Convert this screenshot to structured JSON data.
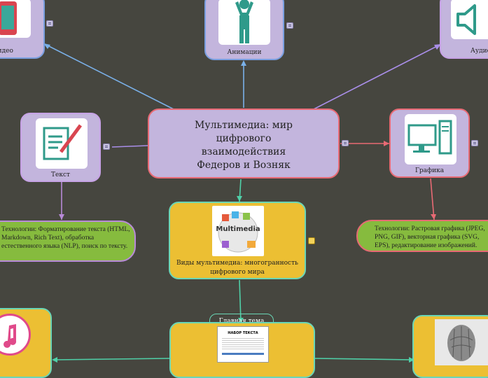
{
  "central": {
    "title_lines": [
      "Мультимедиа: мир",
      "цифрового",
      "взаимодействия",
      "Федеров и Возняк"
    ]
  },
  "topics": {
    "video": "Видео",
    "animation": "Анимации",
    "audio": "Аудио",
    "text": "Текст",
    "graphics": "Графика",
    "types_line1": "Виды мультимедиа: многогранность",
    "types_line2": "цифрового мира",
    "types_logo_text": "Multimedia"
  },
  "tech_notes": {
    "text_tech": "Технологии: Форматирование текста (HTML, Markdown, Rich Text), обработка естественного языка (NLP), поиск по тексту.",
    "graphics_tech": "Технологии:  Растровая графика (JPEG, PNG, GIF), векторная графика (SVG, EPS), редактирование изображений."
  },
  "main_topic_label": "Главная тема",
  "document_thumbnail_title": "НАБОР ТЕКСТА",
  "colors": {
    "background": "#46463f",
    "lavender_node": "#c3b5dd",
    "yellow_node": "#ecbf33",
    "green_node": "#86bb3e",
    "edge_blue": "#7ab0e8",
    "edge_purple": "#a98ee8",
    "edge_red": "#e86a74",
    "edge_teal": "#4fd0a8"
  },
  "icons": [
    "video-icon",
    "animation-person-icon",
    "audio-speaker-icon",
    "text-document-pen-icon",
    "computer-graphics-icon",
    "multimedia-sphere-icon",
    "music-note-icon",
    "document-thumbnail-icon",
    "3d-head-icon",
    "note-icon",
    "edit-icon"
  ]
}
